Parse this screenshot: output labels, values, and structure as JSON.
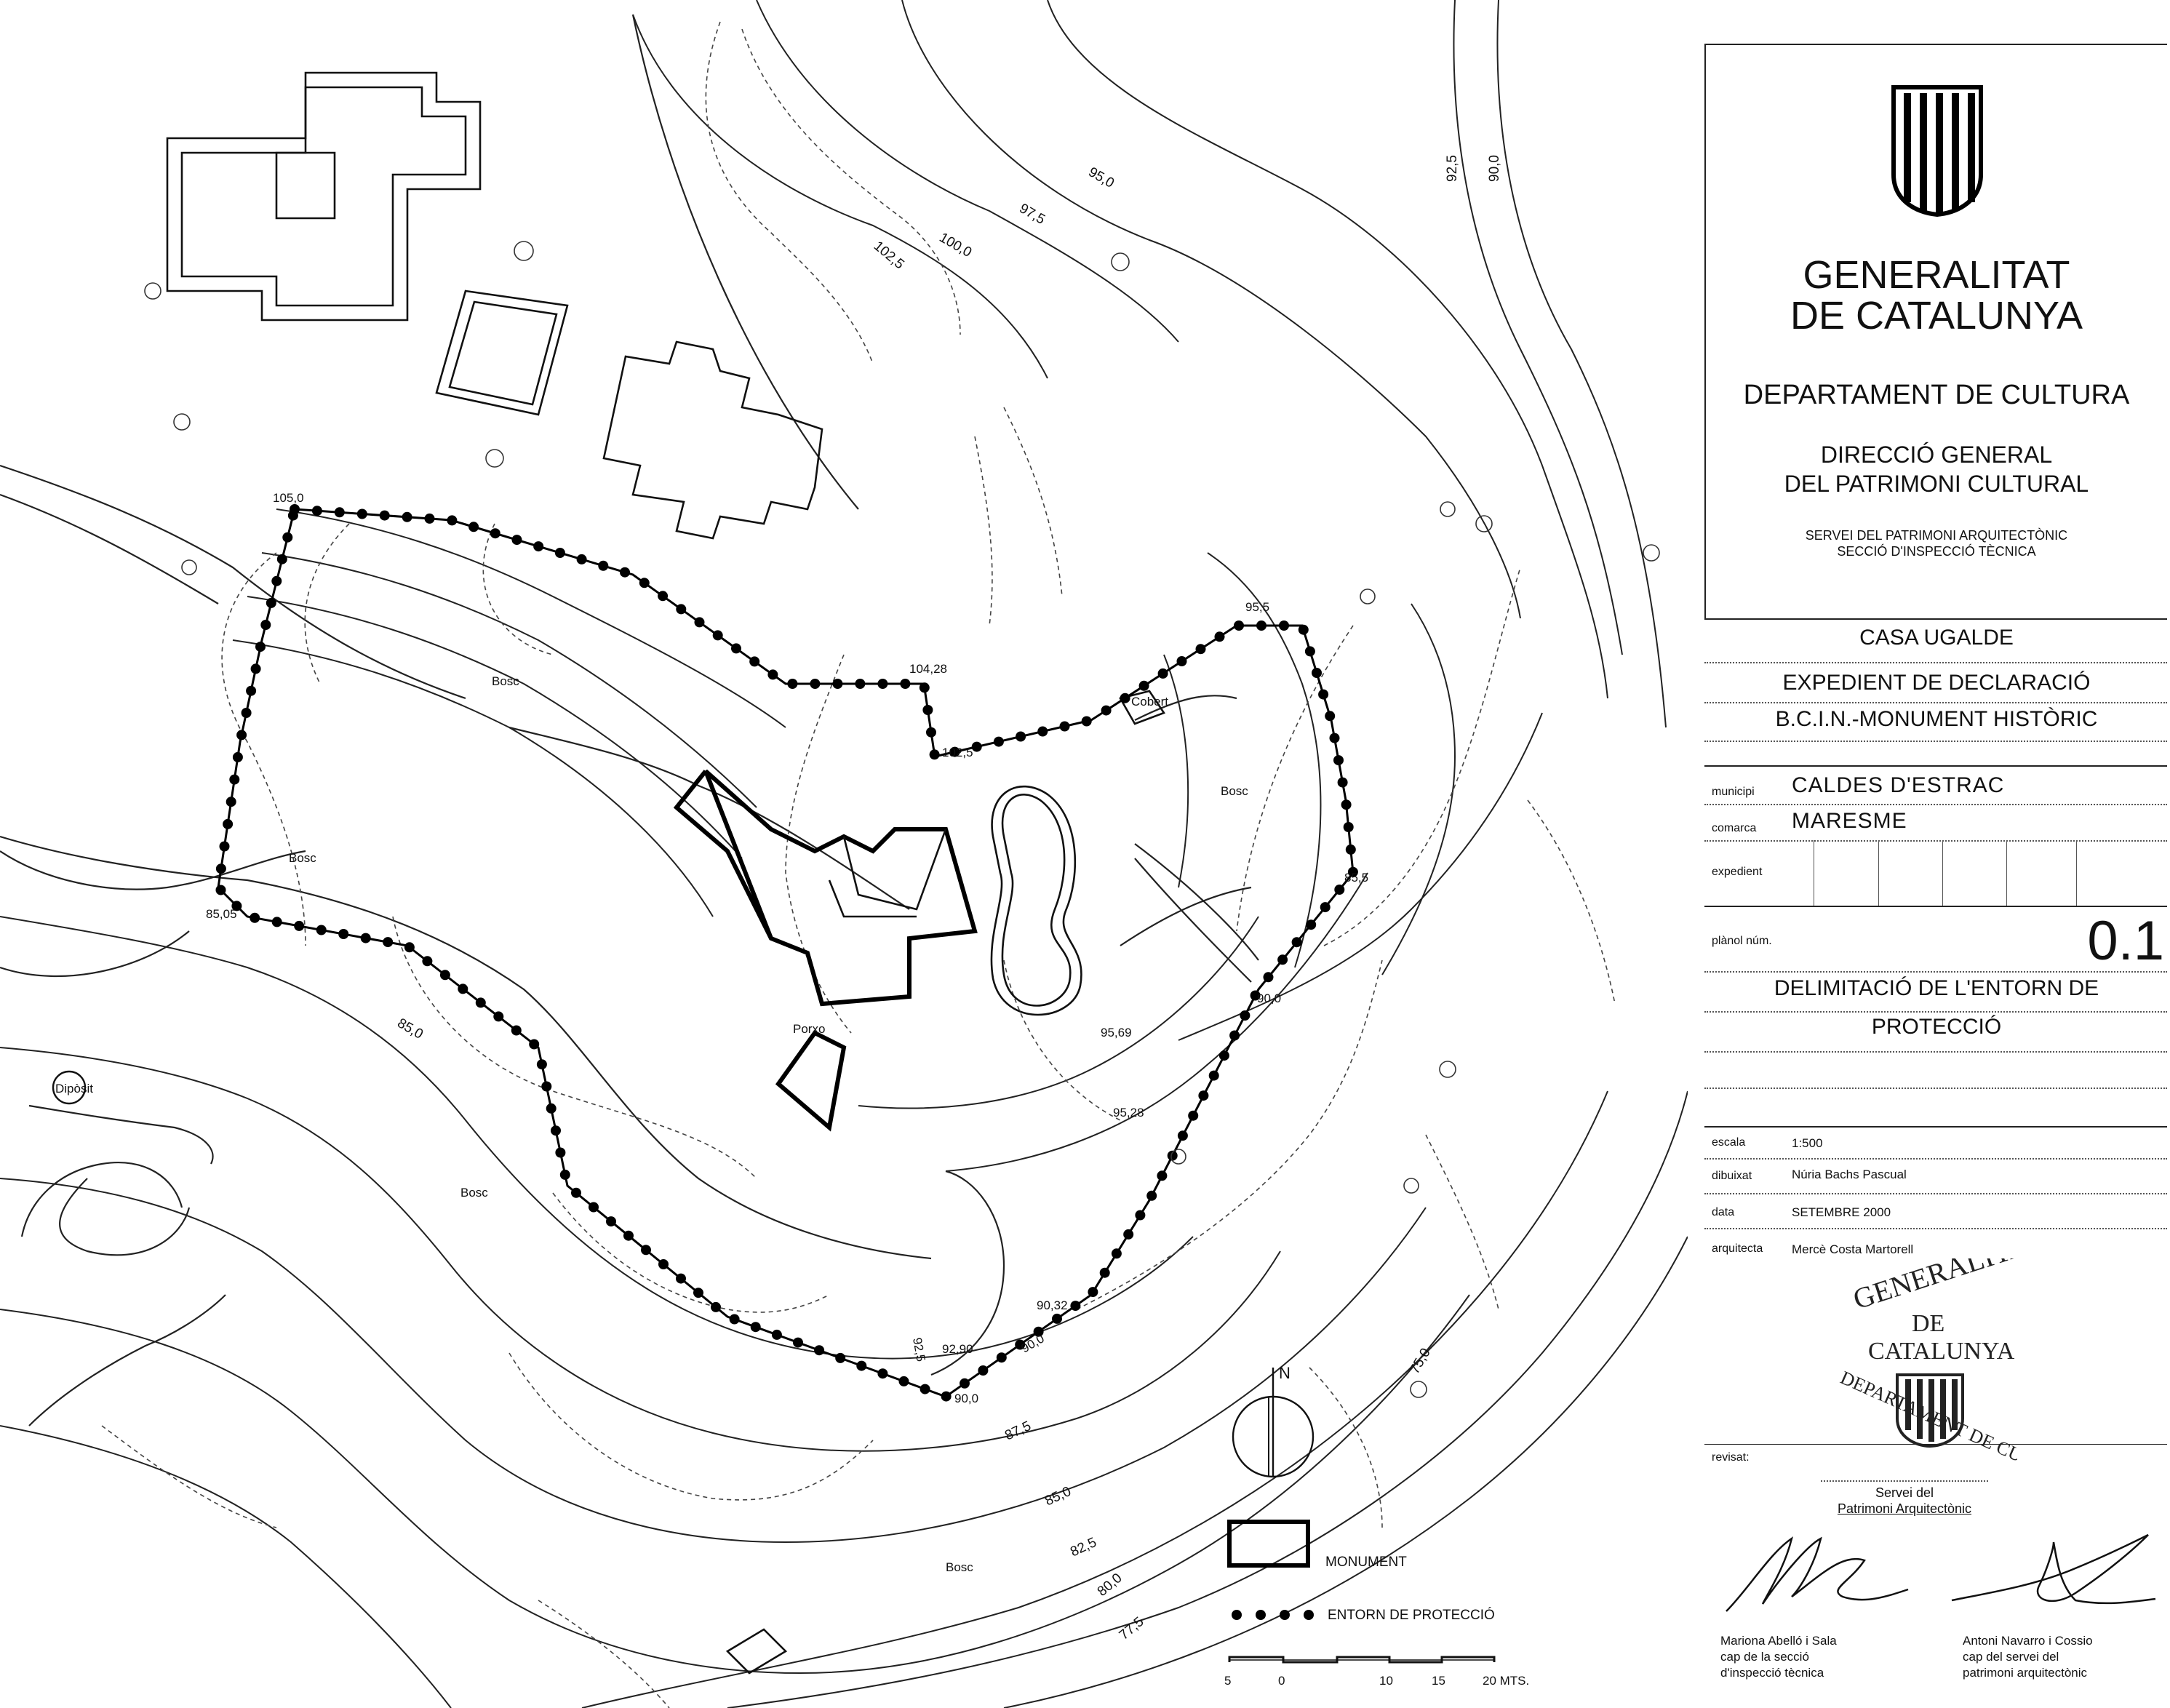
{
  "map": {
    "contour_labels": [
      "95,0",
      "97,5",
      "100,0",
      "102,5",
      "92,5",
      "90,0",
      "85,0",
      "87,5",
      "85,0",
      "82,5",
      "80,0",
      "77,5",
      "75,0"
    ],
    "spot_elevations": [
      "105,0",
      "104,28",
      "102,5",
      "95,5",
      "85,5",
      "90,0",
      "95,69",
      "95,28",
      "90,32",
      "92,90",
      "90,0",
      "85,05",
      "92,5",
      "90,0"
    ],
    "place_labels": {
      "bosc_1": "Bosc",
      "bosc_2": "Bosc",
      "bosc_3": "Bosc",
      "bosc_4": "Bosc",
      "bosc_5": "Bosc",
      "cobert": "Cobert",
      "porxo": "Porxo",
      "diposit": "Dipòsit"
    },
    "north": "N",
    "legend": {
      "monument": "MONUMENT",
      "entorn": "ENTORN DE PROTECCIÓ"
    },
    "scale_bar": {
      "labels": [
        "5",
        "0",
        "10",
        "15",
        "20 MTS."
      ]
    }
  },
  "title_block": {
    "org_line1": "GENERALITAT",
    "org_line2": "DE CATALUNYA",
    "department": "DEPARTAMENT DE CULTURA",
    "dg_line1": "DIRECCIÓ GENERAL",
    "dg_line2": "DEL PATRIMONI CULTURAL",
    "service_line1": "SERVEI DEL PATRIMONI ARQUITECTÒNIC",
    "service_line2": "SECCIÓ D'INSPECCIÓ TÈCNICA",
    "building": "CASA UGALDE",
    "expedient_title": "EXPEDIENT DE DECLARACIÓ",
    "bcin": "B.C.I.N.-MONUMENT HISTÒRIC",
    "municipi_label": "municipi",
    "municipi": "CALDES D'ESTRAC",
    "comarca_label": "comarca",
    "comarca": "MARESME",
    "expedient_label": "expedient",
    "planol_label": "plànol núm.",
    "planol_num": "0.1",
    "plan_title_1": "DELIMITACIÓ DE L'ENTORN DE",
    "plan_title_2": "PROTECCIÓ",
    "escala_label": "escala",
    "escala": "1:500",
    "dibuixat_label": "dibuixat",
    "dibuixat": "Núria Bachs Pascual",
    "data_label": "data",
    "data": "SETEMBRE 2000",
    "arquitecta_label": "arquitecta",
    "arquitecta": "Mercè Costa Martorell",
    "stamp_line1": "GENERALITAT",
    "stamp_line2": "DE",
    "stamp_line3": "CATALUNYA",
    "stamp_line4": "DEPARTAMENT DE CULTURA",
    "revisat_label": "revisat:",
    "revisat_stamp_1": "Servei del",
    "revisat_stamp_2": "Patrimoni Arquitectònic",
    "sig1_name": "Mariona Abelló i Sala",
    "sig1_role1": "cap de la secció",
    "sig1_role2": "d'inspecció tècnica",
    "sig2_name": "Antoni Navarro i Cossio",
    "sig2_role1": "cap del servei del",
    "sig2_role2": "patrimoni arquitectònic"
  }
}
